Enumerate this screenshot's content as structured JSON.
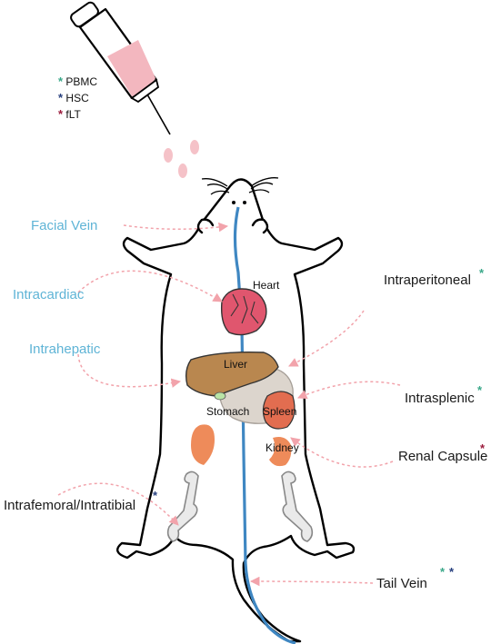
{
  "legend": [
    {
      "label": "PBMC",
      "color": "#3aa889"
    },
    {
      "label": "HSC",
      "color": "#27407e"
    },
    {
      "label": "fLT",
      "color": "#9b1b3c"
    }
  ],
  "routes": {
    "facial_vein": "Facial Vein",
    "intracardiac": "Intracardiac",
    "intrahepatic": "Intrahepatic",
    "intraperitoneal": "Intraperitoneal",
    "intrasplenic": "Intrasplenic",
    "renal_capsule": "Renal Capsule",
    "intrafemoral": "Intrafemoral/Intratibial",
    "tail_vein": "Tail Vein"
  },
  "organs": {
    "heart": "Heart",
    "liver": "Liver",
    "stomach": "Stomach",
    "spleen": "Spleen",
    "kidney": "Kidney"
  },
  "colors": {
    "route_label_blue": "#5fb4d6",
    "arrow_pink": "#f2a3ab",
    "vein_blue": "#3f87c2",
    "heart": "#e0566e",
    "liver": "#b9874f",
    "stomach": "#dcd5cd",
    "spleen": "#e26d50",
    "kidney": "#ee8b5a",
    "syringe_fill": "#f3b7bf"
  }
}
